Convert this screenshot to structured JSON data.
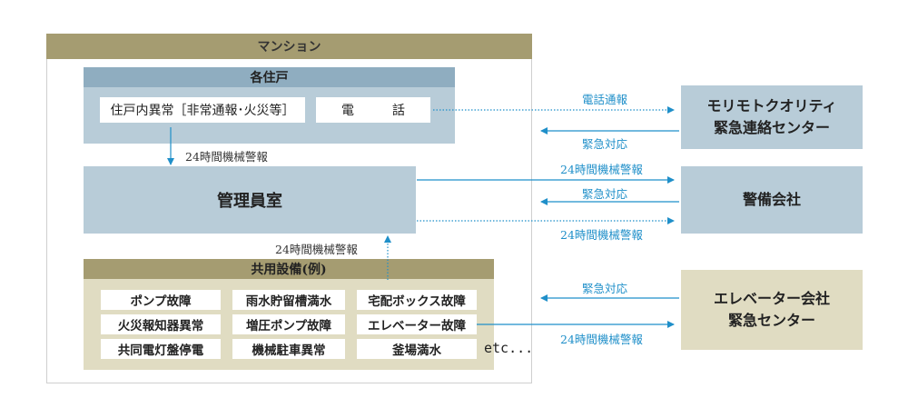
{
  "mansion": {
    "title": "マンション"
  },
  "units": {
    "title": "各住戸",
    "alarm": "住戸内異常［非常通報･火災等］",
    "phone_chars": [
      "電",
      "話"
    ]
  },
  "management": {
    "title": "管理員室"
  },
  "shared": {
    "title": "共用設備(例)",
    "items": [
      [
        "ポンプ故障",
        "雨水貯留槽満水",
        "宅配ボックス故障"
      ],
      [
        "火災報知器異常",
        "増圧ポンプ故障",
        "エレベーター故障"
      ],
      [
        "共同電灯盤停電",
        "機械駐車異常",
        "釜場満水"
      ]
    ],
    "etc": "etc..."
  },
  "centers": {
    "morimoto": [
      "モリモトクオリティ",
      "緊急連絡センター"
    ],
    "security": [
      "警備会社"
    ],
    "elevator": [
      "エレベーター会社",
      "緊急センター"
    ]
  },
  "labels": {
    "phone_report": "電話通報",
    "emergency_response": "緊急対応",
    "alarm_24h": "24時間機械警報"
  },
  "colors": {
    "arrow": "#1f8fc9",
    "blue_box": "#b8ccd8",
    "blue_header": "#8fadc0",
    "khaki_header": "#a59c71",
    "khaki_box": "#e0dcc2"
  }
}
